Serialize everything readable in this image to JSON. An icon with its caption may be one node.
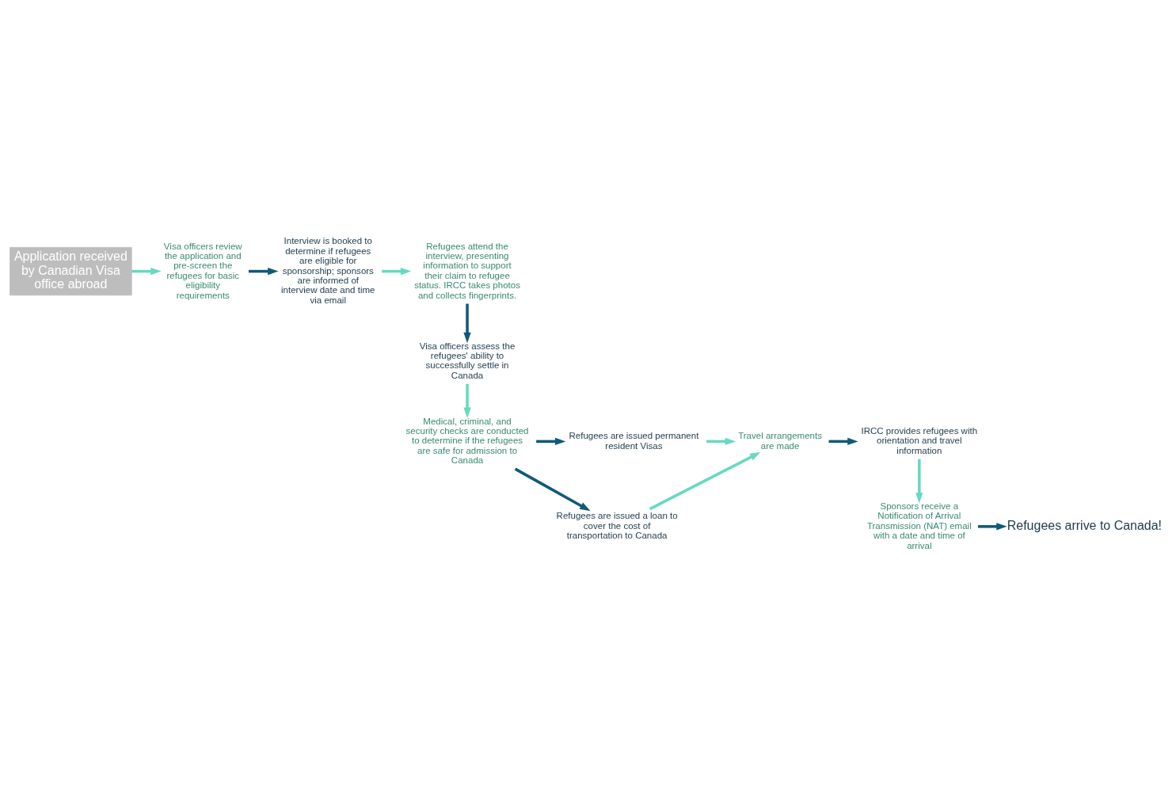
{
  "diagram": {
    "nodes": [
      {
        "text": [
          "Application received by Canadian Visa office abroad"
        ]
      },
      {
        "text": [
          "Visa officers review the application and pre-screen the refugees for basic eligibility requirements"
        ]
      },
      {
        "text": [
          "Interview is booked to determine if refugees are eligible for sponsorship; sponsors are informed of interview date and time via email"
        ]
      },
      {
        "text": [
          "Refugees attend the interview, presenting information to support their claim to refugee status. IRCC takes photos and collects fingerprints."
        ]
      },
      {
        "text": [
          "Visa officers assess the refugees' ability to successfully settle in Canada"
        ]
      },
      {
        "text": [
          "Medical, criminal, and security checks are conducted to determine if the refugees are safe for admission to Canada"
        ]
      },
      {
        "text": [
          "Refugees are issued permanent resident Visas"
        ]
      },
      {
        "text": [
          "Refugees are issued a loan to cover the cost of transportation to Canada"
        ]
      },
      {
        "text": [
          "Travel arrangements are made"
        ]
      },
      {
        "text": [
          "IRCC provides refugees with orientation and travel information"
        ]
      },
      {
        "text": [
          "Sponsors receive a Notification of Arrival Transmission (NAT) email with a date and time of arrival"
        ]
      },
      {
        "text": [
          "Refugees arrive to Canada!"
        ]
      }
    ],
    "edges": [
      {
        "from": 0,
        "to": 1,
        "arrow": "to",
        "color": "#66d9c2"
      },
      {
        "from": 1,
        "to": 2,
        "arrow": "to",
        "color": "#0f5a78"
      },
      {
        "from": 2,
        "to": 3,
        "arrow": "to",
        "color": "#66d9c2"
      },
      {
        "from": 3,
        "to": 4,
        "arrow": "to",
        "color": "#0f5a78"
      },
      {
        "from": 4,
        "to": 5,
        "arrow": "to",
        "color": "#66d9c2"
      },
      {
        "from": 5,
        "to": 6,
        "arrow": "to",
        "color": "#0f5a78"
      },
      {
        "from": 5,
        "to": 7,
        "arrow": "to",
        "color": "#0f5a78"
      },
      {
        "from": 6,
        "to": 8,
        "arrow": "to",
        "color": "#66d9c2"
      },
      {
        "from": 7,
        "to": 8,
        "arrow": "to",
        "color": "#66d9c2"
      },
      {
        "from": 8,
        "to": 9,
        "arrow": "to",
        "color": "#0f5a78"
      },
      {
        "from": 9,
        "to": 10,
        "arrow": "to",
        "color": "#66d9c2"
      },
      {
        "from": 10,
        "to": 11,
        "arrow": "to",
        "color": "#0f5a78"
      }
    ]
  }
}
